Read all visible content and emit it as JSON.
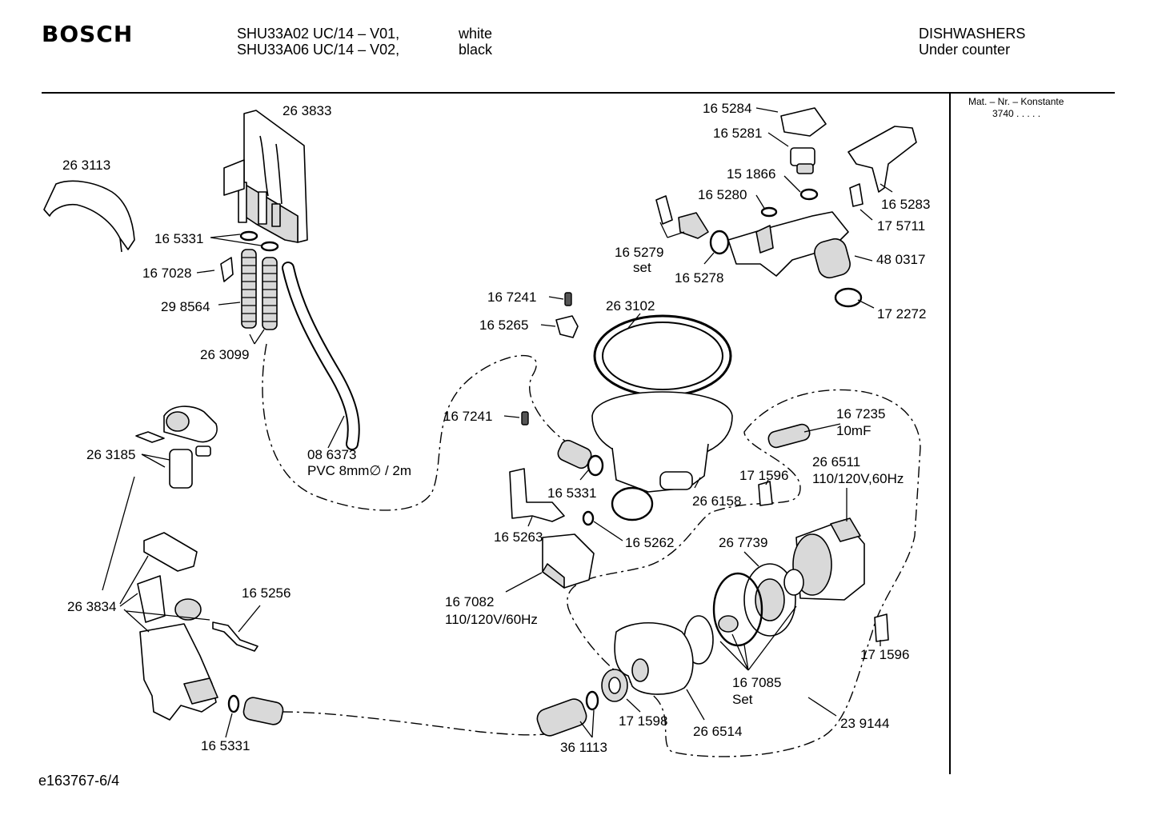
{
  "header": {
    "brand": "BOSCH",
    "models": [
      "SHU33A02 UC/14 – V01,",
      "SHU33A06 UC/14 – V02,"
    ],
    "colors": [
      "white",
      "black"
    ],
    "category": "DISHWASHERS",
    "subcategory": "Under counter",
    "mat_nr_label": "Mat. – Nr. – Konstante",
    "mat_nr_value": "3740  .  .  .  .  ."
  },
  "footer": {
    "code": "e163767-6/4"
  },
  "labels": {
    "l263833": "26 3833",
    "l263113": "26 3113",
    "l165331a": "16 5331",
    "l167028": "16 7028",
    "l298564": "29 8564",
    "l263099": "26 3099",
    "l263185": "26 3185",
    "l086373": "08 6373",
    "lpvc": "PVC 8mm∅ / 2m",
    "l263834": "26 3834",
    "l165256": "16 5256",
    "l165331b": "16 5331",
    "l165284": "16 5284",
    "l165281": "16 5281",
    "l151866": "15 1866",
    "l165280": "16 5280",
    "l165283": "16 5283",
    "l175711": "17 5711",
    "l165279": "16 5279",
    "lset1": "set",
    "l165278": "16 5278",
    "l480317": "48 0317",
    "l172272": "17 2272",
    "l167241a": "16 7241",
    "l165265": "16 5265",
    "l263102": "26 3102",
    "l167241b": "16 7241",
    "l165331c": "16 5331",
    "l266158": "26 6158",
    "l165263": "16 5263",
    "l165262": "16 5262",
    "l167082": "16 7082",
    "lvolt1": "110/120V/60Hz",
    "l167235": "16 7235",
    "l10mf": "10mF",
    "l171596a": "17 1596",
    "l266511": "26 6511",
    "lvolt2": "110/120V,60Hz",
    "l267739": "26 7739",
    "l171596b": "17 1596",
    "l167085": "16 7085",
    "lset2": "Set",
    "l171598": "17 1598",
    "l266514": "26 6514",
    "l239144": "23 9144",
    "l361113": "36 1113"
  }
}
